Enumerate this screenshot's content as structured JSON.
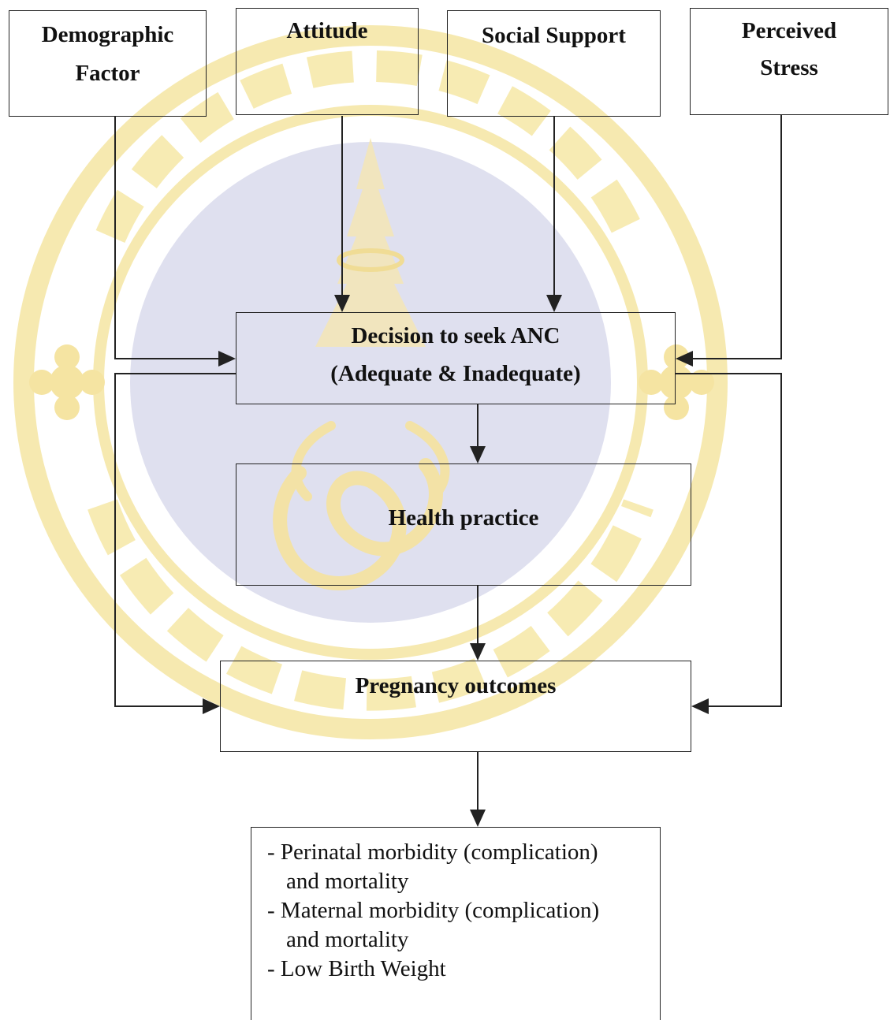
{
  "boxes": {
    "demographic": {
      "line1": "Demographic",
      "line2": "Factor"
    },
    "attitude": {
      "line1": "Attitude"
    },
    "social_support": {
      "line1": "Social Support"
    },
    "perceived_stress": {
      "line1": "Perceived",
      "line2": "Stress"
    },
    "decision": {
      "line1": "Decision to seek ANC",
      "line2": "(Adequate & Inadequate)"
    },
    "health_practice": {
      "line1": "Health practice"
    },
    "pregnancy_outcomes": {
      "line1": "Pregnancy outcomes"
    }
  },
  "outcome_list": [
    {
      "line1": "- Perinatal morbidity (complication)",
      "line2": "and mortality"
    },
    {
      "line1": "- Maternal morbidity (complication)",
      "line2": "and mortality"
    },
    {
      "line1": "- Low Birth Weight",
      "line2": ""
    }
  ],
  "watermark": {
    "description_colors": {
      "ring": "#f6e7a6",
      "seal_fill": "#dcdcee",
      "emblem": "#f3e6b8"
    }
  },
  "colors": {
    "line": "#222222",
    "text": "#111111"
  }
}
